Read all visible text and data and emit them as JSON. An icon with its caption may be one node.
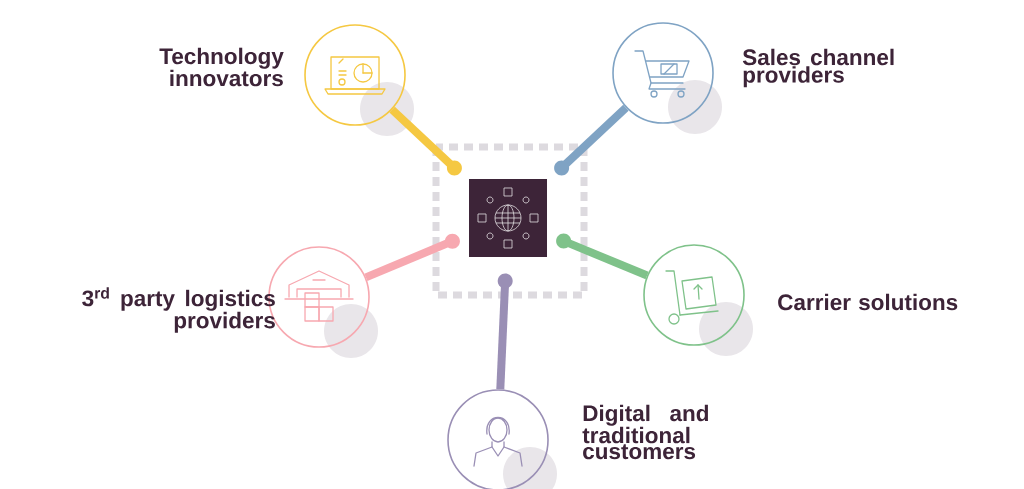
{
  "diagram": {
    "nodes": [
      {
        "text": [
          "Technology innovators"
        ]
      },
      {
        "text": [
          "Sales channel providers"
        ]
      },
      {
        "text": [],
        "shape": "box"
      },
      {
        "text": [
          "3$^{rd}$ party logistics providers"
        ]
      },
      {
        "text": [
          "Carrier solutions"
        ]
      },
      {
        "text": [
          "Digital and traditional customers"
        ]
      }
    ],
    "edges": [
      {
        "from": 0,
        "to": 2,
        "arrow": "other",
        "color": "#f5c842"
      },
      {
        "from": 1,
        "to": 2,
        "arrow": "other",
        "color": "#7fa3c4"
      },
      {
        "from": 3,
        "to": 2,
        "arrow": "other",
        "color": "#f7a8b0"
      },
      {
        "from": 4,
        "to": 2,
        "arrow": "other",
        "color": "#7fc28a"
      },
      {
        "from": 5,
        "to": 2,
        "arrow": "other",
        "color": "#9a8fb5"
      }
    ]
  }
}
